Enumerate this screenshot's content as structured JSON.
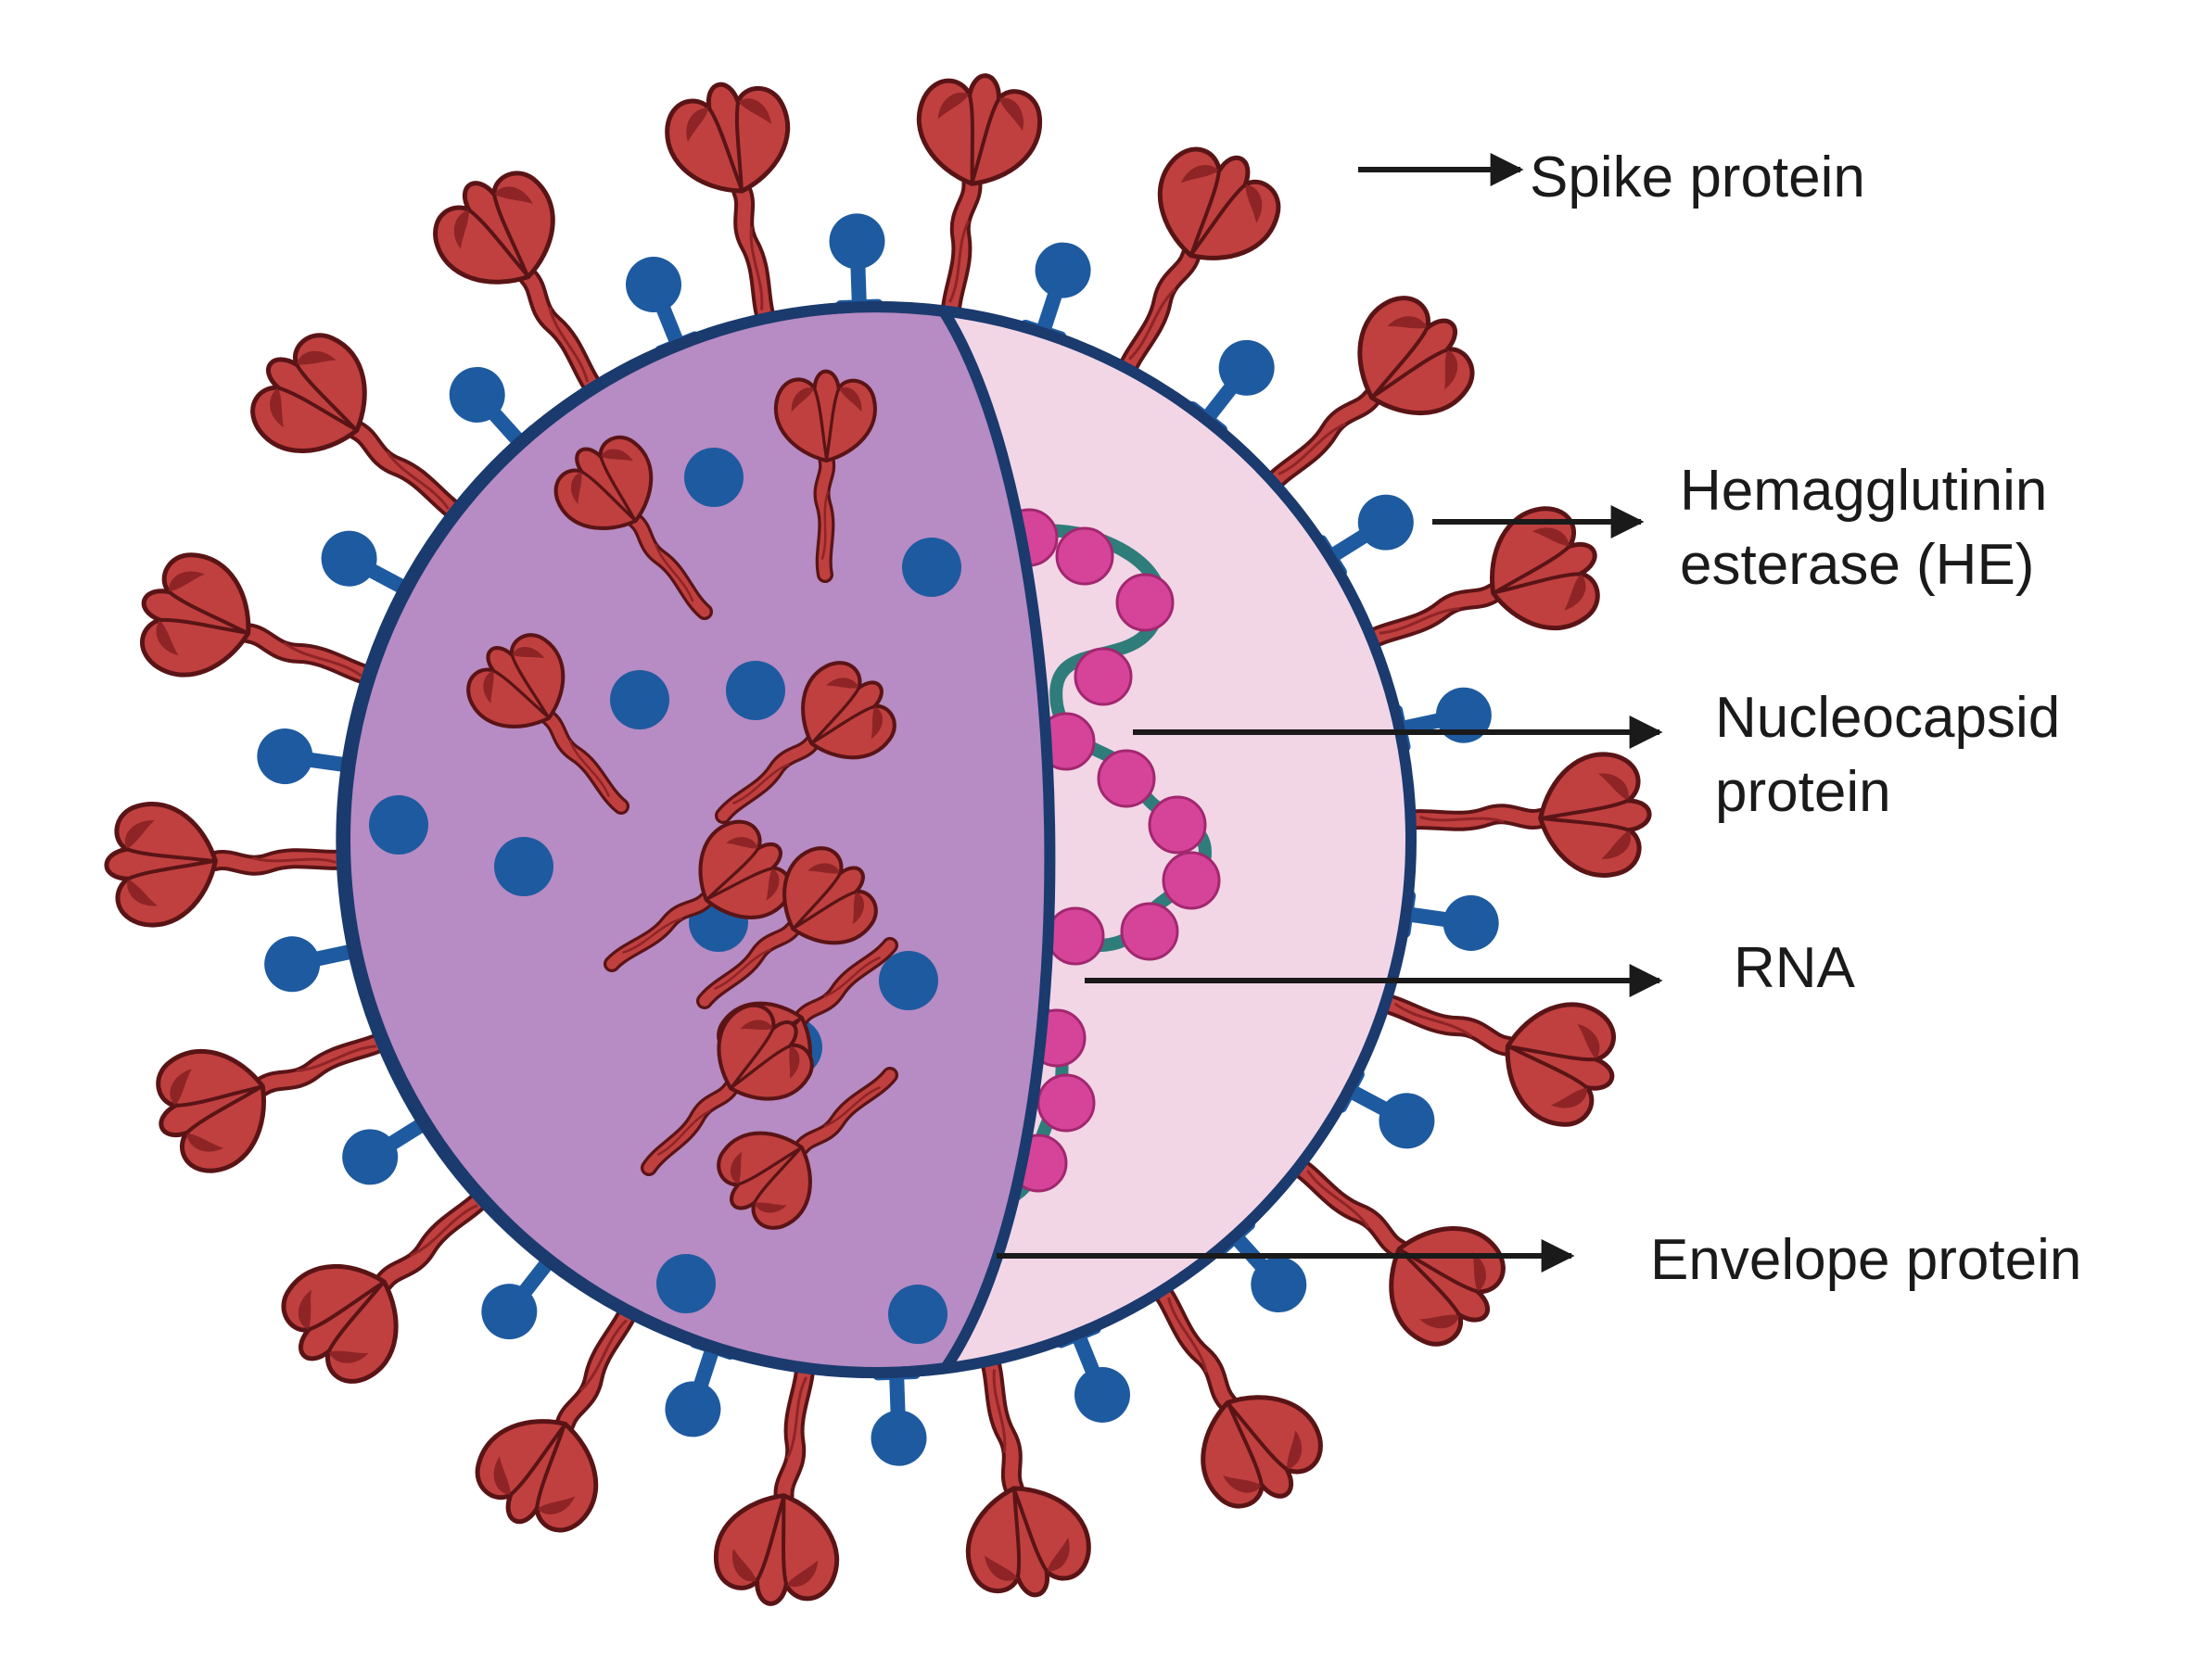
{
  "colors": {
    "spike_fill": "#c0403f",
    "spike_dark": "#8e2426",
    "spike_outline": "#5a1416",
    "he_blue": "#1e5aa0",
    "membrane": "#1b3a6e",
    "front_face": "#b78bc3",
    "interior": "#f2d6e6",
    "rna_strand": "#2f7d7a",
    "nucleocapsid": "#d6449a",
    "arrow": "#1a1a1a"
  },
  "labels": {
    "spike": "Spike protein",
    "he_line1": "Hemagglutinin",
    "he_line2": "esterase (HE)",
    "nucleocapsid_line1": "Nucleocapsid",
    "nucleocapsid_line2": "protein",
    "rna": "RNA",
    "envelope": "Envelope protein"
  }
}
